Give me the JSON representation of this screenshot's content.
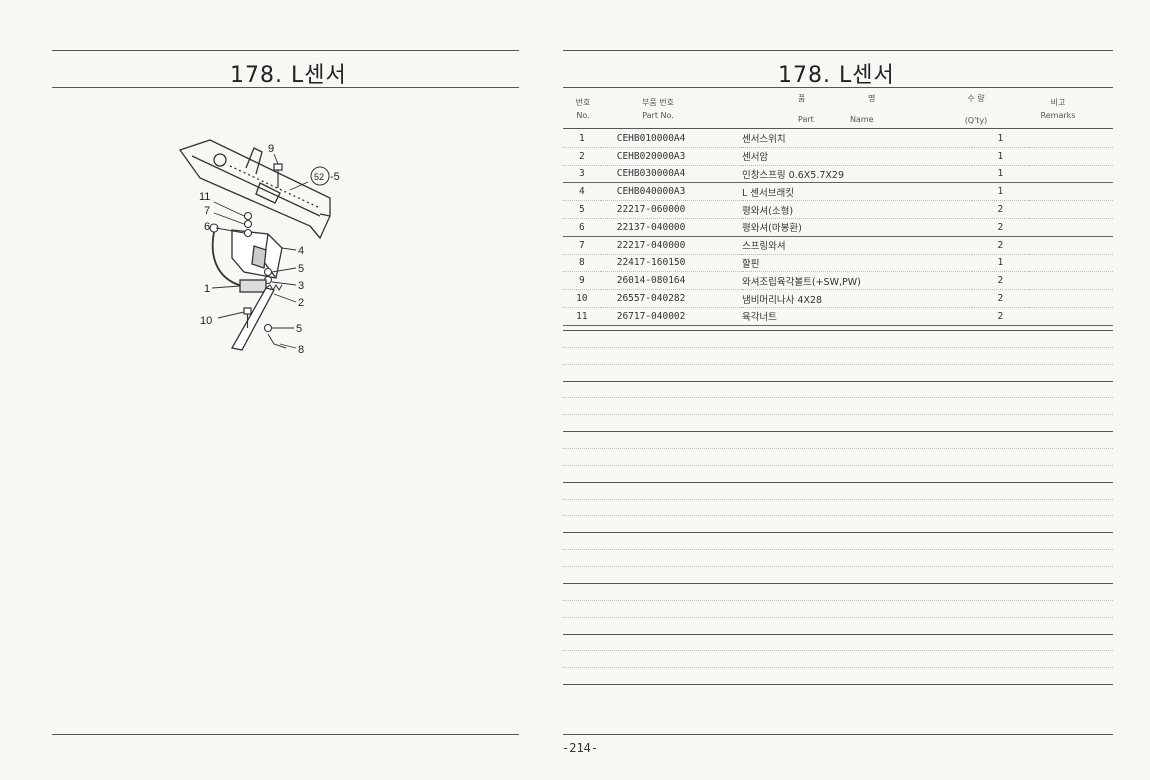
{
  "left": {
    "title": "178. L센서"
  },
  "right": {
    "title": "178. L센서"
  },
  "header": {
    "no_ko": "번호",
    "no_en": "No.",
    "part_ko": "부품 번호",
    "part_en": "Part  No.",
    "name_ko1": "품",
    "name_ko2": "명",
    "name_en1": "Part",
    "name_en2": "Name",
    "qty_ko": "수  량",
    "qty_en": "(Q'ty)",
    "remarks_ko": "비고",
    "remarks_en": "Remarks"
  },
  "parts": [
    {
      "no": "1",
      "part": "CEHB010000A4",
      "name": "센서스위치",
      "qty": "1"
    },
    {
      "no": "2",
      "part": "CEHB020000A3",
      "name": "센서암",
      "qty": "1"
    },
    {
      "no": "3",
      "part": "CEHB030000A4",
      "name": "인창스프링 0.6X5.7X29",
      "qty": "1"
    },
    {
      "no": "4",
      "part": "CEHB040000A3",
      "name": "L 센서브래킷",
      "qty": "1"
    },
    {
      "no": "5",
      "part": "22217-060000",
      "name": "평와셔(소형)",
      "qty": "2"
    },
    {
      "no": "6",
      "part": "22137-040000",
      "name": "평와셔(마봉환)",
      "qty": "2"
    },
    {
      "no": "7",
      "part": "22217-040000",
      "name": "스프링와셔",
      "qty": "2"
    },
    {
      "no": "8",
      "part": "22417-160150",
      "name": "할핀",
      "qty": "1"
    },
    {
      "no": "9",
      "part": "26014-080164",
      "name": "와셔조립육각볼트(+SW,PW)",
      "qty": "2"
    },
    {
      "no": "10",
      "part": "26557-040282",
      "name": "냄비머리나사 4X28",
      "qty": "2"
    },
    {
      "no": "11",
      "part": "26717-040002",
      "name": "육각너트",
      "qty": "2"
    }
  ],
  "diagram": {
    "callouts": [
      "9",
      "52",
      "-5",
      "11",
      "7",
      "6",
      "4",
      "5",
      "1",
      "3",
      "2",
      "10",
      "5",
      "8"
    ]
  },
  "footer": {
    "page": "-214-"
  }
}
